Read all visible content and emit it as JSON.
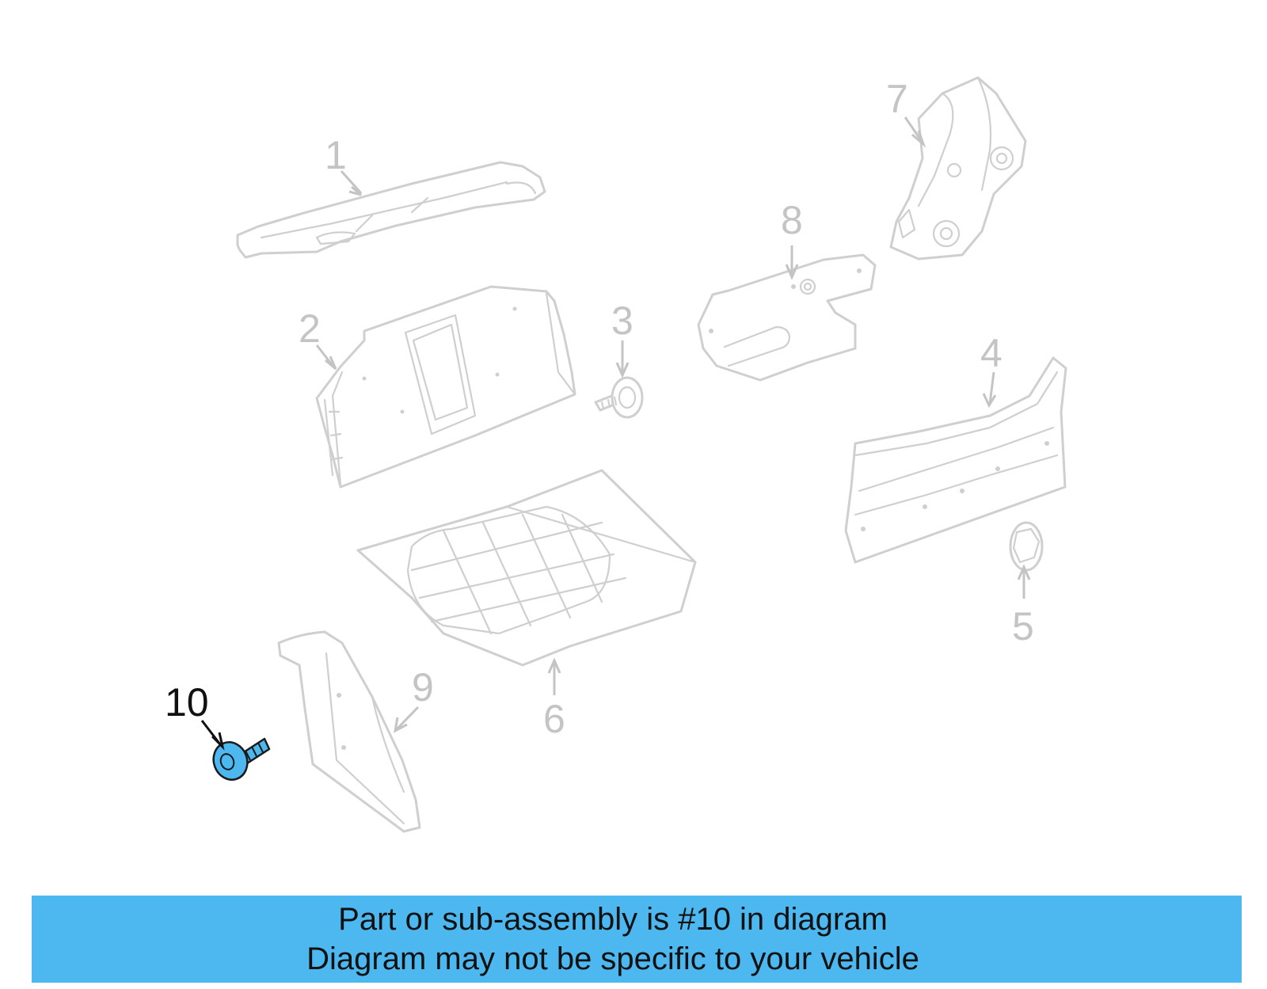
{
  "callouts": [
    {
      "id": "1",
      "label": "1",
      "highlighted": false
    },
    {
      "id": "2",
      "label": "2",
      "highlighted": false
    },
    {
      "id": "3",
      "label": "3",
      "highlighted": false
    },
    {
      "id": "4",
      "label": "4",
      "highlighted": false
    },
    {
      "id": "5",
      "label": "5",
      "highlighted": false
    },
    {
      "id": "6",
      "label": "6",
      "highlighted": false
    },
    {
      "id": "7",
      "label": "7",
      "highlighted": false
    },
    {
      "id": "8",
      "label": "8",
      "highlighted": false
    },
    {
      "id": "9",
      "label": "9",
      "highlighted": false
    },
    {
      "id": "10",
      "label": "10",
      "highlighted": true
    }
  ],
  "banner": {
    "line1": "Part or sub-assembly is #10 in diagram",
    "line2": "Diagram may not be specific to your vehicle"
  },
  "colors": {
    "highlight": "#4db8f0",
    "banner_background": "#4db8f0",
    "part_outline": "#cfcfcf",
    "label_gray": "#c4c4c4",
    "label_active": "#111111"
  }
}
